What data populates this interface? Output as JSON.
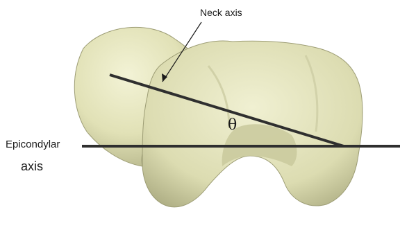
{
  "labels": {
    "neck_axis": "Neck axis",
    "epicondylar_line1": "Epicondylar",
    "epicondylar_line2": "axis",
    "angle_symbol": "θ"
  },
  "colors": {
    "bone": "#e6e6bd",
    "bone_shadow": "#b9b98e",
    "axis_line": "#2f2f2f",
    "background": "#ffffff"
  }
}
